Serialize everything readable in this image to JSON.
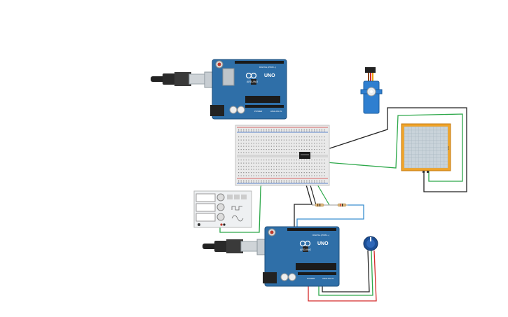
{
  "canvas": {
    "background": "#ffffff",
    "component_count": 8
  },
  "arduino_top": {
    "name": "Arduino Uno R3",
    "brand_label": "ARDUINO",
    "model_label": "UNO",
    "digital_label": "DIGITAL (PWM ~)",
    "power_label": "POWER",
    "analog_label": "ANALOG IN",
    "board_color": "#2f6fa8"
  },
  "arduino_bottom": {
    "name": "Arduino Uno R3",
    "brand_label": "ARDUINO",
    "model_label": "UNO",
    "digital_label": "DIGITAL (PWM ~)",
    "power_label": "POWER",
    "analog_label": "ANALOG IN",
    "board_color": "#2f6fa8"
  },
  "breadboard": {
    "name": "Breadboard",
    "rail_red": "#d23b3b",
    "rail_blue": "#2a5fbf"
  },
  "sensor_chip": {
    "name": "Temperature sensor"
  },
  "servo": {
    "name": "Micro servo",
    "body_color": "#2f7fd0"
  },
  "lcd_panel": {
    "name": "Display",
    "frame_color": "#f0a42a",
    "screen_color": "#c9d3da"
  },
  "function_generator": {
    "name": "Function generator",
    "icons": [
      "square-wave-icon",
      "sine-wave-icon",
      "sine-wave-icon"
    ]
  },
  "potentiometer": {
    "name": "Potentiometer",
    "knob_color": "#1c4f96"
  },
  "wire_colors": {
    "black": "#222222",
    "green": "#2da84a",
    "red": "#d42a2a",
    "blue": "#3a8fd0"
  }
}
